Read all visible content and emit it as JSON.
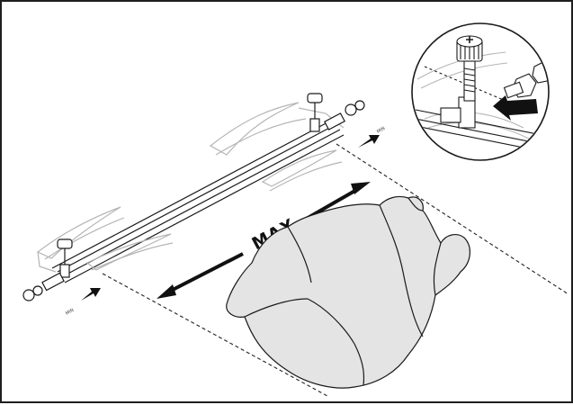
{
  "diagram": {
    "max_label": "MAX",
    "min_label_left": "MIN",
    "min_label_right": "MIN"
  },
  "colors": {
    "line": "#1a1a1a",
    "frame": "#1f1f1f",
    "light_line": "#b5b5b5",
    "chicken_fill": "#e4e4e4",
    "background": "#ffffff"
  },
  "icons": {
    "spit": "rotisserie-spit-icon",
    "fork_left": "spit-fork-icon",
    "fork_right": "spit-fork-icon",
    "screw": "thumb-screw-icon",
    "chicken": "chicken-icon",
    "detail": "magnifier-detail-icon",
    "arrow": "push-arrow-icon"
  }
}
